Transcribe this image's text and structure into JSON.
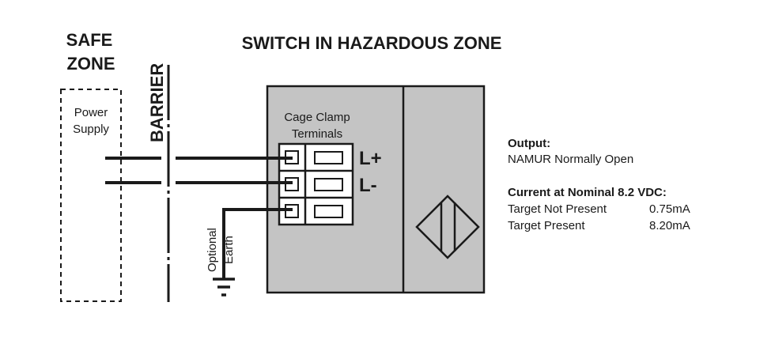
{
  "safe_zone": {
    "title_line1": "SAFE",
    "title_line2": "ZONE"
  },
  "power_supply": {
    "label_line1": "Power",
    "label_line2": "Supply"
  },
  "barrier": {
    "label": "BARRIER"
  },
  "hazard_zone": {
    "title": "SWITCH IN HAZARDOUS ZONE"
  },
  "cage_clamp": {
    "label_line1": "Cage Clamp",
    "label_line2": "Terminals"
  },
  "terminals": {
    "l_plus": "L+",
    "l_minus": "L-"
  },
  "earth": {
    "label_line1": "Optional",
    "label_line2": "Earth"
  },
  "specs": {
    "output_heading": "Output:",
    "output_value": "NAMUR Normally Open",
    "current_heading": "Current at Nominal 8.2 VDC:",
    "rows": [
      {
        "label": "Target Not Present",
        "value": "0.75mA"
      },
      {
        "label": "Target Present",
        "value": "8.20mA"
      }
    ]
  },
  "colors": {
    "housing_fill": "#c4c4c4",
    "line": "#1a1a1a",
    "background": "#ffffff"
  }
}
